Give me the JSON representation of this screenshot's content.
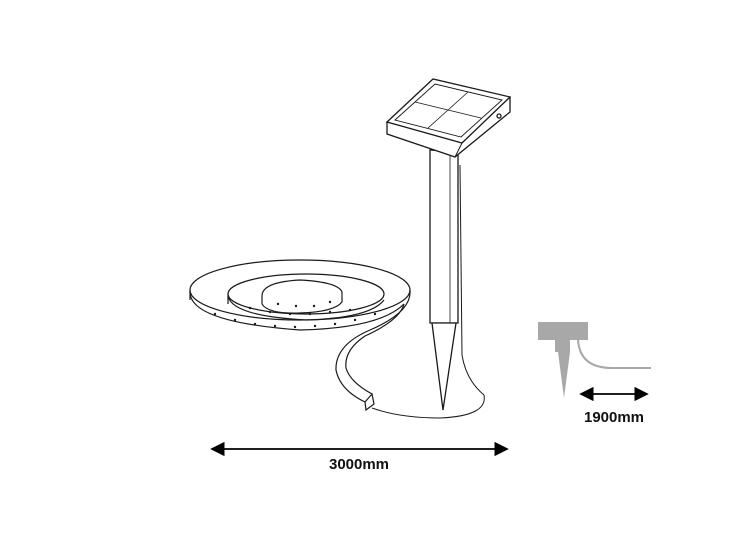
{
  "dimensions": {
    "strip_length": "3000mm",
    "cable_length": "1900mm"
  },
  "colors": {
    "line": "#1a1a1a",
    "icon_gray": "#a8a8a8",
    "arrow": "#000000"
  },
  "icons": [
    "solar-panel-stake-illustration",
    "led-strip-coil-illustration",
    "stake-cable-icon"
  ]
}
